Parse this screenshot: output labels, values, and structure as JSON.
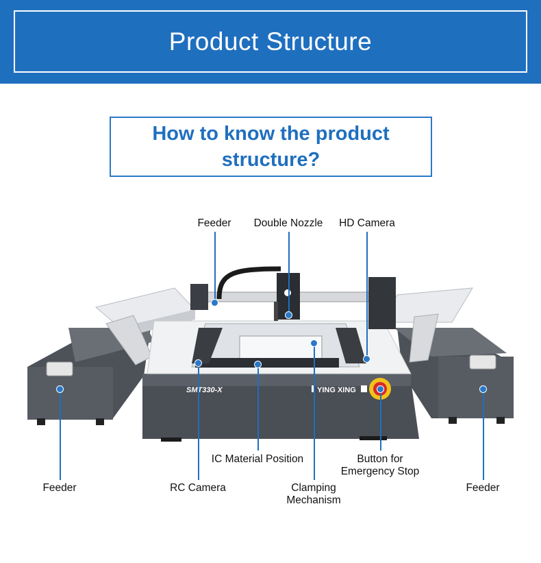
{
  "header": {
    "title": "Product Structure"
  },
  "subheading": {
    "text": "How to know the product structure?"
  },
  "machine": {
    "model_text": "SMT330-X",
    "brand_text": "YING XING",
    "colors": {
      "body": "#4a4e55",
      "body_light": "#5b6068",
      "platform": "#f1f2f4",
      "accent": "#1f6fbf",
      "stop_button": "#d62b2b",
      "stop_ring": "#f2c21b"
    }
  },
  "labels": {
    "feeder_top": "Feeder",
    "double_nozzle": "Double Nozzle",
    "hd_camera": "HD Camera",
    "ic_material_position": "IC Material Position",
    "emergency_stop_line1": "Button for",
    "emergency_stop_line2": "Emergency Stop",
    "feeder_left": "Feeder",
    "rc_camera": "RC Camera",
    "clamping_line1": "Clamping",
    "clamping_line2": "Mechanism",
    "feeder_right": "Feeder"
  }
}
